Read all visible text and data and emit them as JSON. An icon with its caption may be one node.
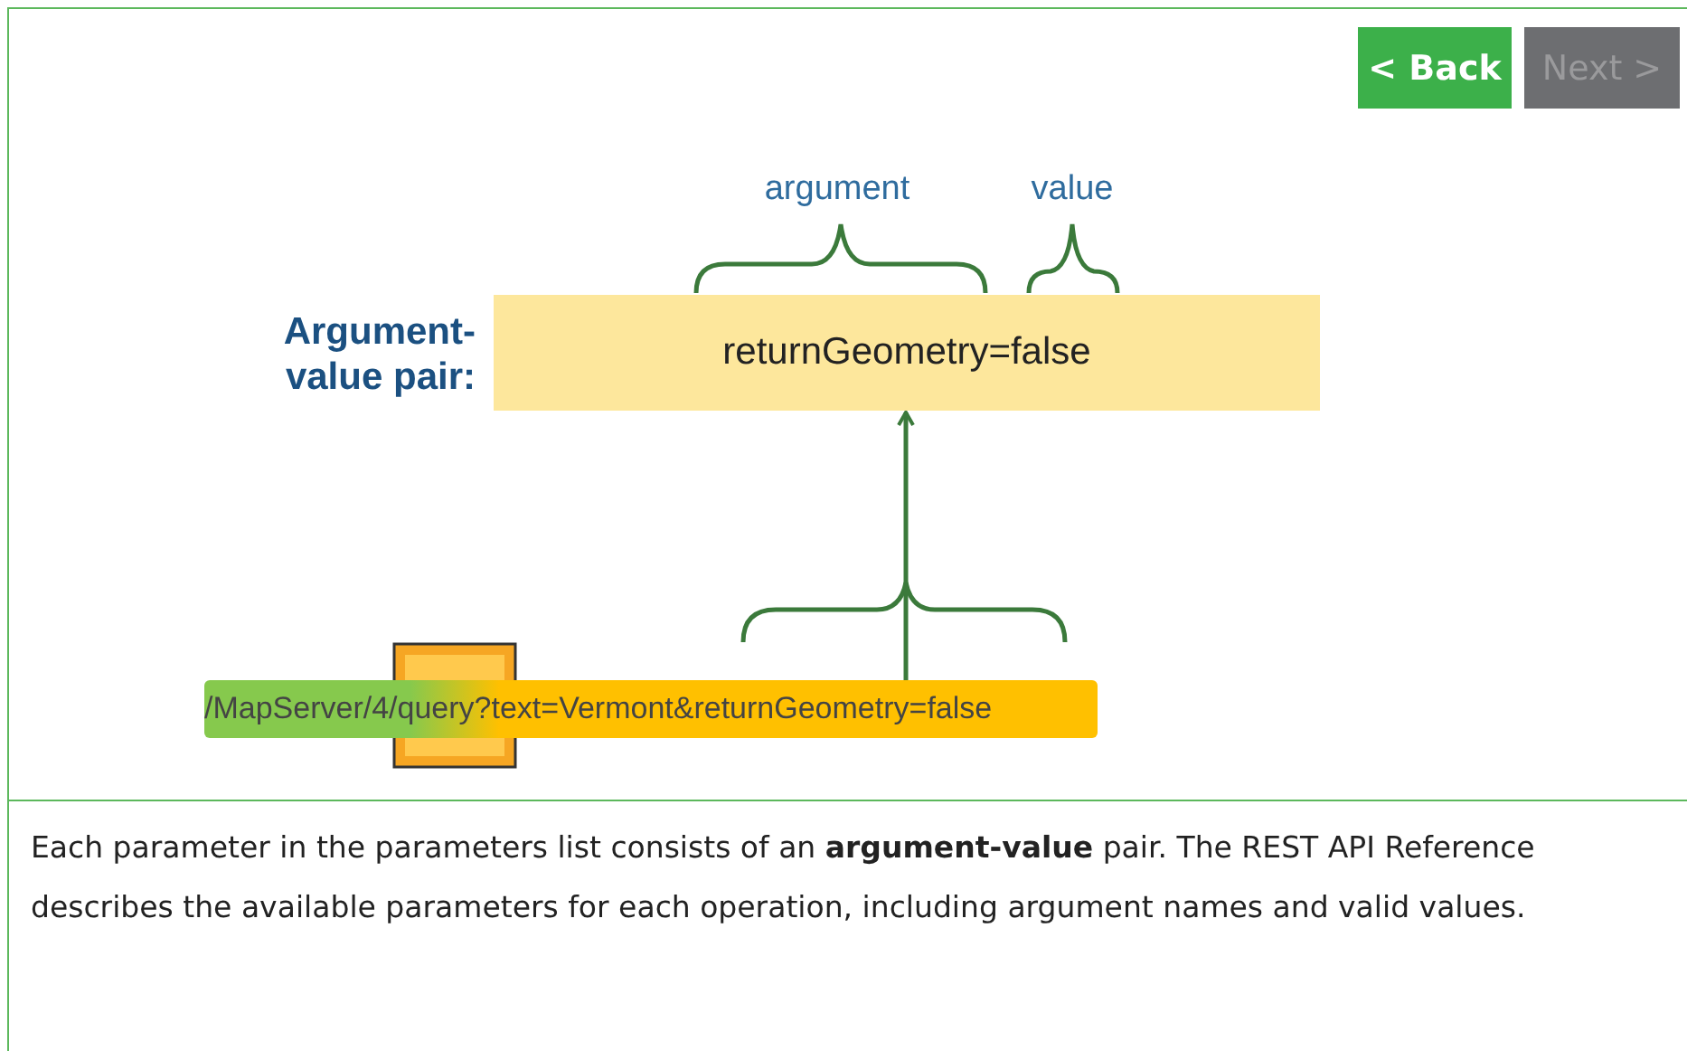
{
  "diagram": {
    "nodes": [
      {
        "text": [
          "Argument- value pair:",
          "returnGeometry=false"
        ]
      },
      {
        "text": [
          "/MapServer/4/query?text=Vermont&returnGeometry=false"
        ]
      }
    ],
    "edges": [
      {
        "from": 1,
        "to": 0,
        "arrow": "to"
      }
    ],
    "labels": [
      "< Back",
      "Next >",
      "argument",
      "value",
      "Each parameter in the parameters list consists of an **argument-value** pair. The REST API Reference describes the available parameters for each operation, including argument names and valid values."
    ]
  }
}
